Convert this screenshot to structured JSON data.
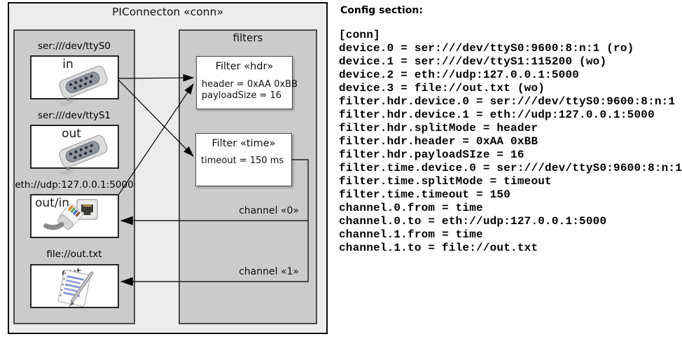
{
  "diagram": {
    "title": "PIConnecton «conn»",
    "devices_group": {
      "devices": [
        {
          "label": "ser:///dev/ttyS0",
          "direction": "in",
          "icon": "serial-connector-icon"
        },
        {
          "label": "ser:///dev/ttyS1",
          "direction": "out",
          "icon": "serial-connector-icon"
        },
        {
          "label": "eth://udp:127.0.0.1:5000",
          "direction": "out/in",
          "icon": "ethernet-port-and-cable-icon"
        },
        {
          "label": "file://out.txt",
          "direction": "out",
          "icon": "notepad-pen-icon"
        }
      ]
    },
    "filters_group": {
      "title": "filters",
      "filters": [
        {
          "title": "Filter «hdr»",
          "attributes": [
            "header = 0xAA 0xBB",
            "payloadSize = 16"
          ]
        },
        {
          "title": "Filter «time»",
          "attributes": [
            "timeout = 150 ms"
          ]
        }
      ]
    },
    "channels": [
      {
        "label": "channel «0»"
      },
      {
        "label": "channel «1»"
      }
    ],
    "colors": {
      "outer_fill": "#ececec",
      "group_fill": "#cbcbcb",
      "node_fill": "#ffffff",
      "border": "#262626",
      "text": "#000000"
    }
  },
  "config": {
    "heading": "Config section:",
    "lines": [
      "[conn]",
      "device.0 = ser:///dev/ttyS0:9600:8:n:1 (ro)",
      "device.1 = ser:///dev/ttyS1:115200 (wo)",
      "device.2 = eth://udp:127.0.0.1:5000",
      "device.3 = file://out.txt (wo)",
      "filter.hdr.device.0 = ser:///dev/ttyS0:9600:8:n:1",
      "filter.hdr.device.1 = eth://udp:127.0.0.1:5000",
      "filter.hdr.splitMode = header",
      "filter.hdr.header = 0xAA 0xBB",
      "filter.hdr.payloadSIze = 16",
      "filter.time.device.0 = ser:///dev/ttyS0:9600:8:n:1",
      "filter.time.splitMode = timeout",
      "filter.time.timeout = 150",
      "channel.0.from = time",
      "channel.0.to = eth://udp:127.0.0.1:5000",
      "channel.1.from = time",
      "channel.1.to = file://out.txt"
    ]
  }
}
